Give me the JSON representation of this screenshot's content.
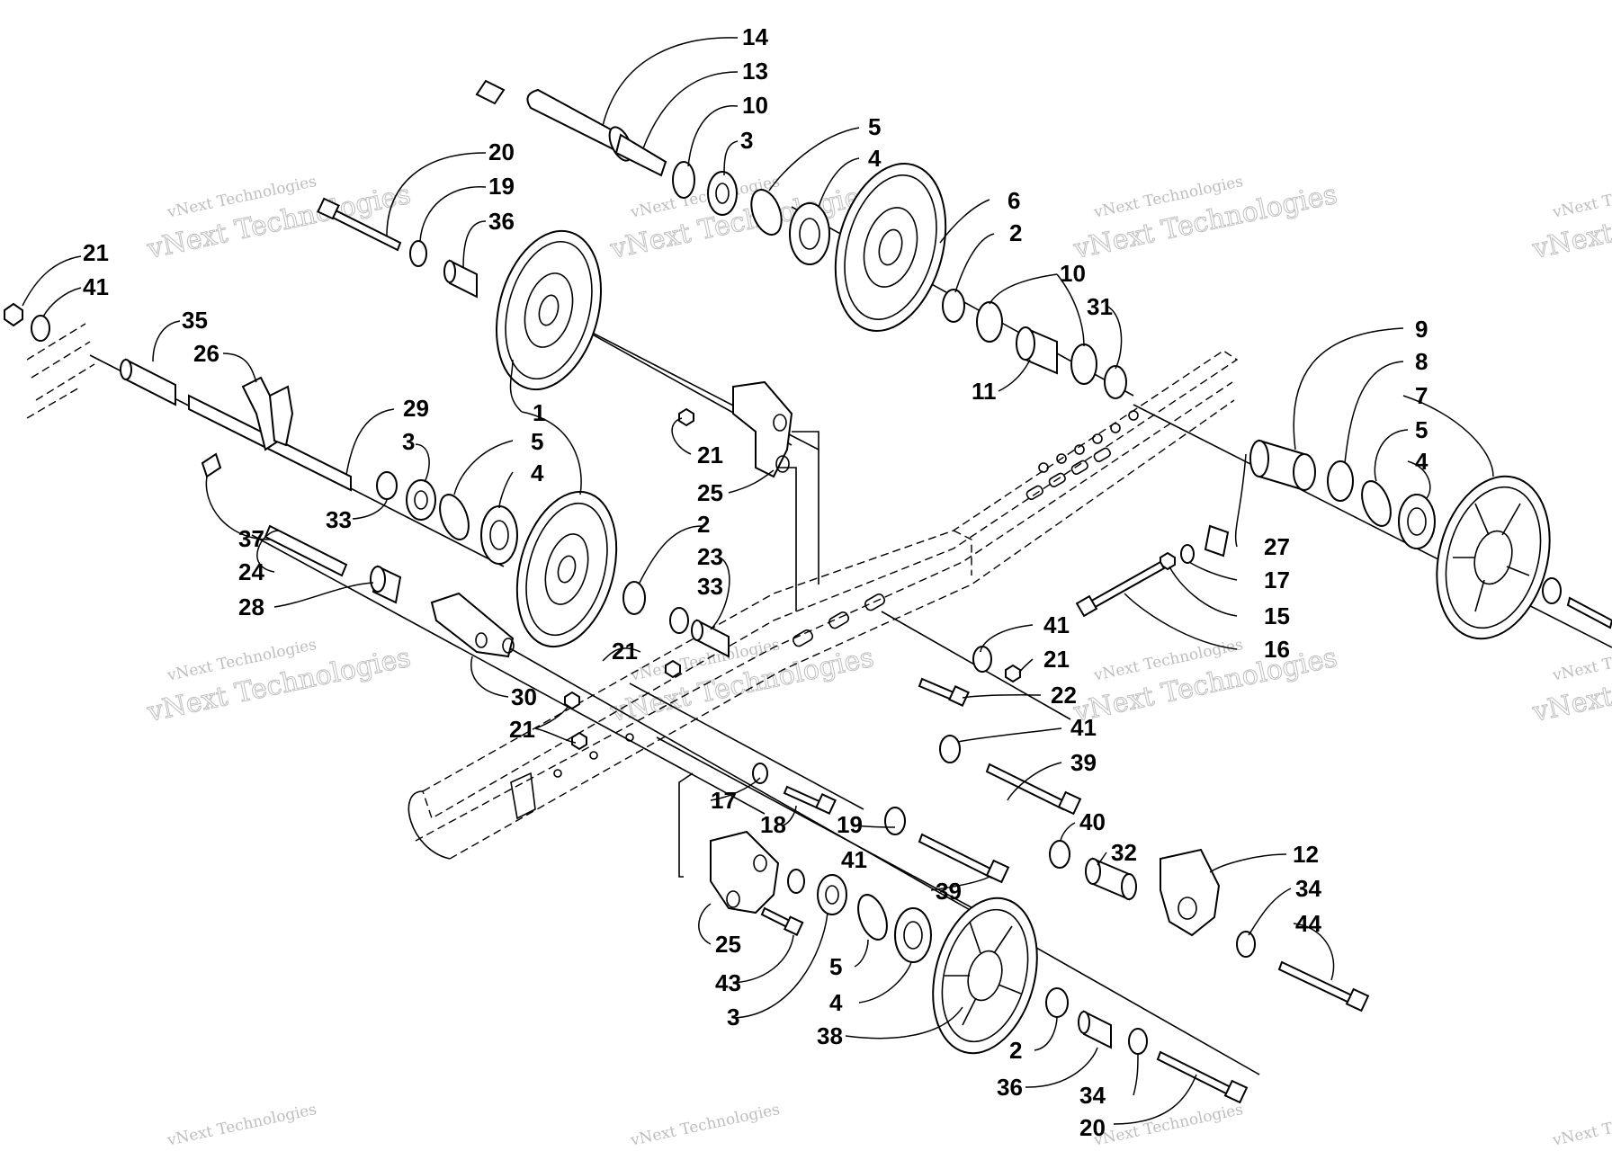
{
  "watermark": {
    "brand": "vNext Technologies",
    "outline": "vNext Technologies"
  },
  "callouts": [
    {
      "id": "c1",
      "label": "14"
    },
    {
      "id": "c2",
      "label": "13"
    },
    {
      "id": "c3",
      "label": "10"
    },
    {
      "id": "c4",
      "label": "3"
    },
    {
      "id": "c5",
      "label": "5"
    },
    {
      "id": "c6",
      "label": "4"
    },
    {
      "id": "c7",
      "label": "20"
    },
    {
      "id": "c8",
      "label": "19"
    },
    {
      "id": "c9",
      "label": "36"
    },
    {
      "id": "c10",
      "label": "6"
    },
    {
      "id": "c11",
      "label": "2"
    },
    {
      "id": "c12",
      "label": "10"
    },
    {
      "id": "c13",
      "label": "31"
    },
    {
      "id": "c14",
      "label": "11"
    },
    {
      "id": "c15",
      "label": "21"
    },
    {
      "id": "c16",
      "label": "41"
    },
    {
      "id": "c17",
      "label": "35"
    },
    {
      "id": "c18",
      "label": "26"
    },
    {
      "id": "c19",
      "label": "29"
    },
    {
      "id": "c20",
      "label": "1"
    },
    {
      "id": "c21",
      "label": "3"
    },
    {
      "id": "c22",
      "label": "5"
    },
    {
      "id": "c23",
      "label": "4"
    },
    {
      "id": "c24",
      "label": "33"
    },
    {
      "id": "c25",
      "label": "37"
    },
    {
      "id": "c26",
      "label": "24"
    },
    {
      "id": "c27",
      "label": "28"
    },
    {
      "id": "c28",
      "label": "21"
    },
    {
      "id": "c29",
      "label": "25"
    },
    {
      "id": "c30",
      "label": "2"
    },
    {
      "id": "c31",
      "label": "23"
    },
    {
      "id": "c32",
      "label": "33"
    },
    {
      "id": "c33",
      "label": "9"
    },
    {
      "id": "c34",
      "label": "8"
    },
    {
      "id": "c35",
      "label": "7"
    },
    {
      "id": "c36",
      "label": "5"
    },
    {
      "id": "c37",
      "label": "4"
    },
    {
      "id": "c38",
      "label": "27"
    },
    {
      "id": "c39",
      "label": "17"
    },
    {
      "id": "c40",
      "label": "15"
    },
    {
      "id": "c41",
      "label": "16"
    },
    {
      "id": "c42",
      "label": "41"
    },
    {
      "id": "c43",
      "label": "21"
    },
    {
      "id": "c44",
      "label": "22"
    },
    {
      "id": "c45",
      "label": "21"
    },
    {
      "id": "c46",
      "label": "30"
    },
    {
      "id": "c47",
      "label": "21"
    },
    {
      "id": "c48",
      "label": "41"
    },
    {
      "id": "c49",
      "label": "39"
    },
    {
      "id": "c50",
      "label": "17"
    },
    {
      "id": "c51",
      "label": "18"
    },
    {
      "id": "c52",
      "label": "19"
    },
    {
      "id": "c53",
      "label": "41"
    },
    {
      "id": "c54",
      "label": "39"
    },
    {
      "id": "c55",
      "label": "40"
    },
    {
      "id": "c56",
      "label": "32"
    },
    {
      "id": "c57",
      "label": "12"
    },
    {
      "id": "c58",
      "label": "34"
    },
    {
      "id": "c59",
      "label": "44"
    },
    {
      "id": "c60",
      "label": "25"
    },
    {
      "id": "c61",
      "label": "43"
    },
    {
      "id": "c62",
      "label": "3"
    },
    {
      "id": "c63",
      "label": "5"
    },
    {
      "id": "c64",
      "label": "4"
    },
    {
      "id": "c65",
      "label": "38"
    },
    {
      "id": "c66",
      "label": "2"
    },
    {
      "id": "c67",
      "label": "36"
    },
    {
      "id": "c68",
      "label": "34"
    },
    {
      "id": "c69",
      "label": "20"
    }
  ]
}
